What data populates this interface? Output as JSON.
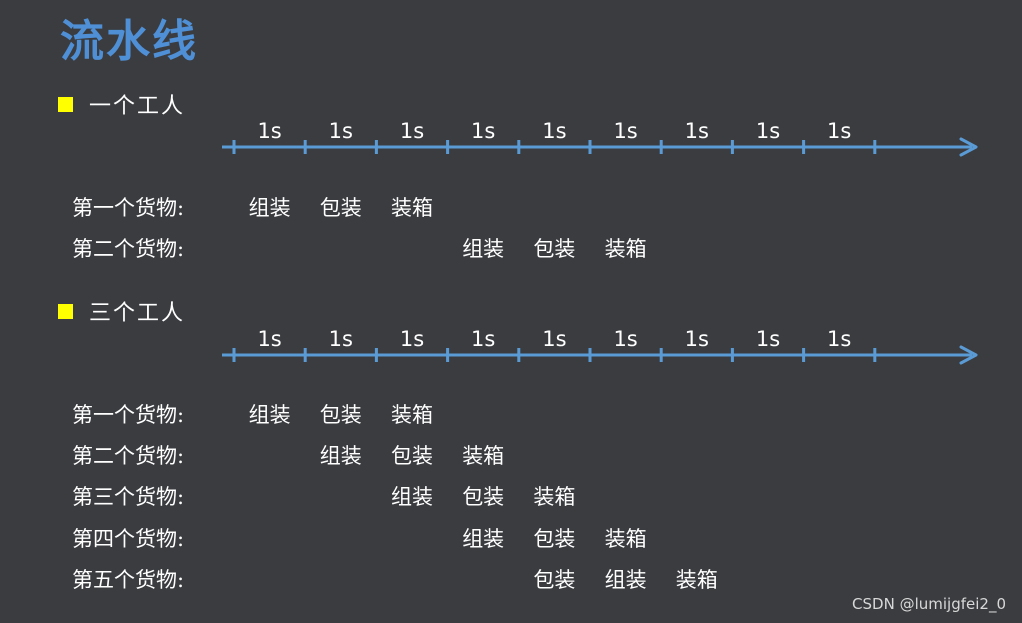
{
  "title": "流水线",
  "sections": [
    {
      "heading": "一个工人",
      "intervals": [
        "1s",
        "1s",
        "1s",
        "1s",
        "1s",
        "1s",
        "1s",
        "1s",
        "1s"
      ],
      "rows": [
        {
          "label": "第一个货物:",
          "steps": [
            {
              "slot": 0,
              "text": "组装"
            },
            {
              "slot": 1,
              "text": "包装"
            },
            {
              "slot": 2,
              "text": "装箱"
            }
          ]
        },
        {
          "label": "第二个货物:",
          "steps": [
            {
              "slot": 3,
              "text": "组装"
            },
            {
              "slot": 4,
              "text": "包装"
            },
            {
              "slot": 5,
              "text": "装箱"
            }
          ]
        }
      ]
    },
    {
      "heading": "三个工人",
      "intervals": [
        "1s",
        "1s",
        "1s",
        "1s",
        "1s",
        "1s",
        "1s",
        "1s",
        "1s"
      ],
      "rows": [
        {
          "label": "第一个货物:",
          "steps": [
            {
              "slot": 0,
              "text": "组装"
            },
            {
              "slot": 1,
              "text": "包装"
            },
            {
              "slot": 2,
              "text": "装箱"
            }
          ]
        },
        {
          "label": "第二个货物:",
          "steps": [
            {
              "slot": 1,
              "text": "组装"
            },
            {
              "slot": 2,
              "text": "包装"
            },
            {
              "slot": 3,
              "text": "装箱"
            }
          ]
        },
        {
          "label": "第三个货物:",
          "steps": [
            {
              "slot": 2,
              "text": "组装"
            },
            {
              "slot": 3,
              "text": "包装"
            },
            {
              "slot": 4,
              "text": "装箱"
            }
          ]
        },
        {
          "label": "第四个货物:",
          "steps": [
            {
              "slot": 3,
              "text": "组装"
            },
            {
              "slot": 4,
              "text": "包装"
            },
            {
              "slot": 5,
              "text": "装箱"
            }
          ]
        },
        {
          "label": "第五个货物:",
          "steps": [
            {
              "slot": 4,
              "text": "包装"
            },
            {
              "slot": 5,
              "text": "组装"
            },
            {
              "slot": 6,
              "text": "装箱"
            }
          ]
        }
      ]
    }
  ],
  "watermark": "CSDN @lumijgfei2_0",
  "colors": {
    "background": "#3a3c40",
    "title": "#4f8fd6",
    "axis": "#5b9bd5",
    "bullet": "#ffff00",
    "text": "#ffffff"
  }
}
